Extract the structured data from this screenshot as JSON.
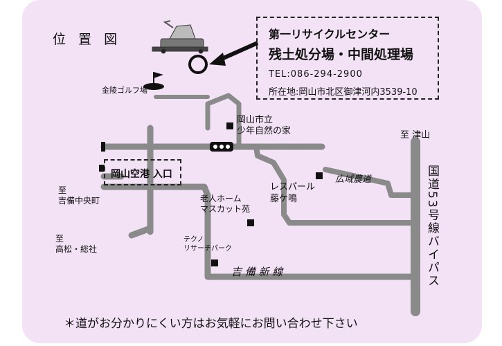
{
  "title": "位 置 図",
  "facility": {
    "name_line1": "第一リサイクルセンター",
    "name_line2": "残土処分場・中間処理場",
    "tel": "TEL:086-294-2900",
    "address": "所在地:岡山市北区御津河内3539-10"
  },
  "places": {
    "golf": "金陵ゴルフ場",
    "boys_nature": "岡山市立\n少年自然の家",
    "airport": "岡山空港 入口",
    "tsuyama": "至 津山",
    "national_road": "国道53号線バイパス",
    "koiki_road": "広域農道",
    "reversal": "レスパール\n藤ケ鳴",
    "kibi_center": "至\n吉備中央町",
    "nursing_home": "老人ホーム\nマスカット苑",
    "takamatsu": "至\n高松・総社",
    "techno": "テクノ\nリサーチパーク",
    "kibi_line": "吉 備 新 線"
  },
  "note": "＊道がお分かりにくい方はお気軽にお問い合わせ下さい"
}
